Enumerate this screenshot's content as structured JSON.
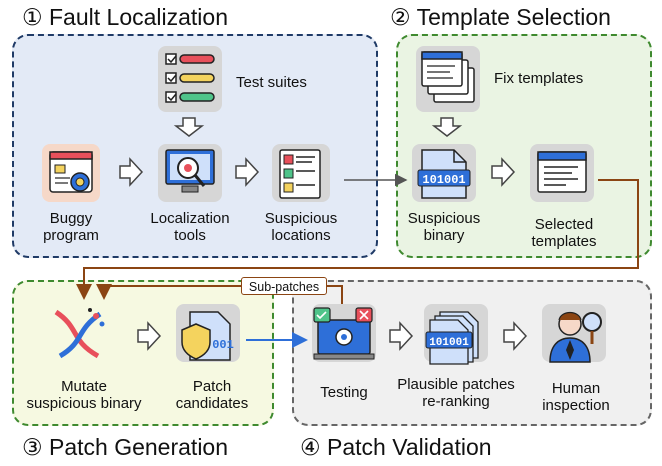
{
  "stages": [
    {
      "title": "① Fault Localization",
      "color": "#1f3a66",
      "fill": "#e3eaf6"
    },
    {
      "title": "② Template Selection",
      "color": "#3f8a2f",
      "fill": "#eaf4e3"
    },
    {
      "title": "③ Patch Generation",
      "color": "#3f8a2f",
      "fill": "#f6f9e1"
    },
    {
      "title": "④ Patch Validation",
      "color": "#666666",
      "fill": "#f0f0f0"
    }
  ],
  "nodes": {
    "test_suites": "Test suites",
    "buggy_program": [
      "Buggy",
      "program"
    ],
    "localization_tools": [
      "Localization",
      "tools"
    ],
    "suspicious_locations": [
      "Suspicious",
      "locations"
    ],
    "fix_templates": "Fix templates",
    "suspicious_binary": [
      "Suspicious",
      "binary"
    ],
    "selected_templates": [
      "Selected",
      "templates"
    ],
    "mutate": [
      "Mutate",
      "suspicious binary"
    ],
    "patch_candidates": [
      "Patch",
      "candidates"
    ],
    "testing": "Testing",
    "plausible": [
      "Plausible patches",
      "re-ranking"
    ],
    "human": [
      "Human",
      "inspection"
    ]
  },
  "binary_text": "101001",
  "subpatches_label": "Sub-patches",
  "icon_colors": {
    "red": "#e8505b",
    "yellow": "#f4d35e",
    "green": "#4fc48a",
    "blue": "#2e6fd8",
    "brown": "#8b4513"
  }
}
